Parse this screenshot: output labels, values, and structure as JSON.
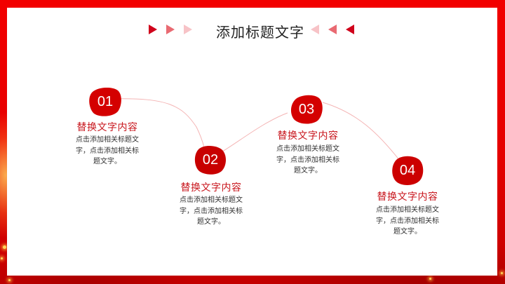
{
  "slide": {
    "title": "添加标题文字",
    "colors": {
      "frame_red": "#e60000",
      "accent_red": "#c8161d",
      "blob_red": "#d40000",
      "connector": "#f4b4b4",
      "title_text": "#222222",
      "body_text": "#333333"
    },
    "decor": {
      "left_arrows": [
        "triangle-right-dark",
        "triangle-right-medium",
        "triangle-right-light"
      ],
      "right_arrows": [
        "triangle-left-light",
        "triangle-left-medium",
        "triangle-left-dark"
      ]
    }
  },
  "steps": [
    {
      "number": "01",
      "heading": "替换文字内容",
      "desc_line1": "点击添加相关标题文",
      "desc_line2": "字，点击添加相关标",
      "desc_line3": "题文字。"
    },
    {
      "number": "02",
      "heading": "替换文字内容",
      "desc_line1": "点击添加相关标题文",
      "desc_line2": "字，点击添加相关标",
      "desc_line3": "题文字。"
    },
    {
      "number": "03",
      "heading": "替换文字内容",
      "desc_line1": "点击添加相关标题文",
      "desc_line2": "字，点击添加相关标",
      "desc_line3": "题文字。"
    },
    {
      "number": "04",
      "heading": "替换文字内容",
      "desc_line1": "点击添加相关标题文",
      "desc_line2": "字，点击添加相关标",
      "desc_line3": "题文字。"
    }
  ]
}
